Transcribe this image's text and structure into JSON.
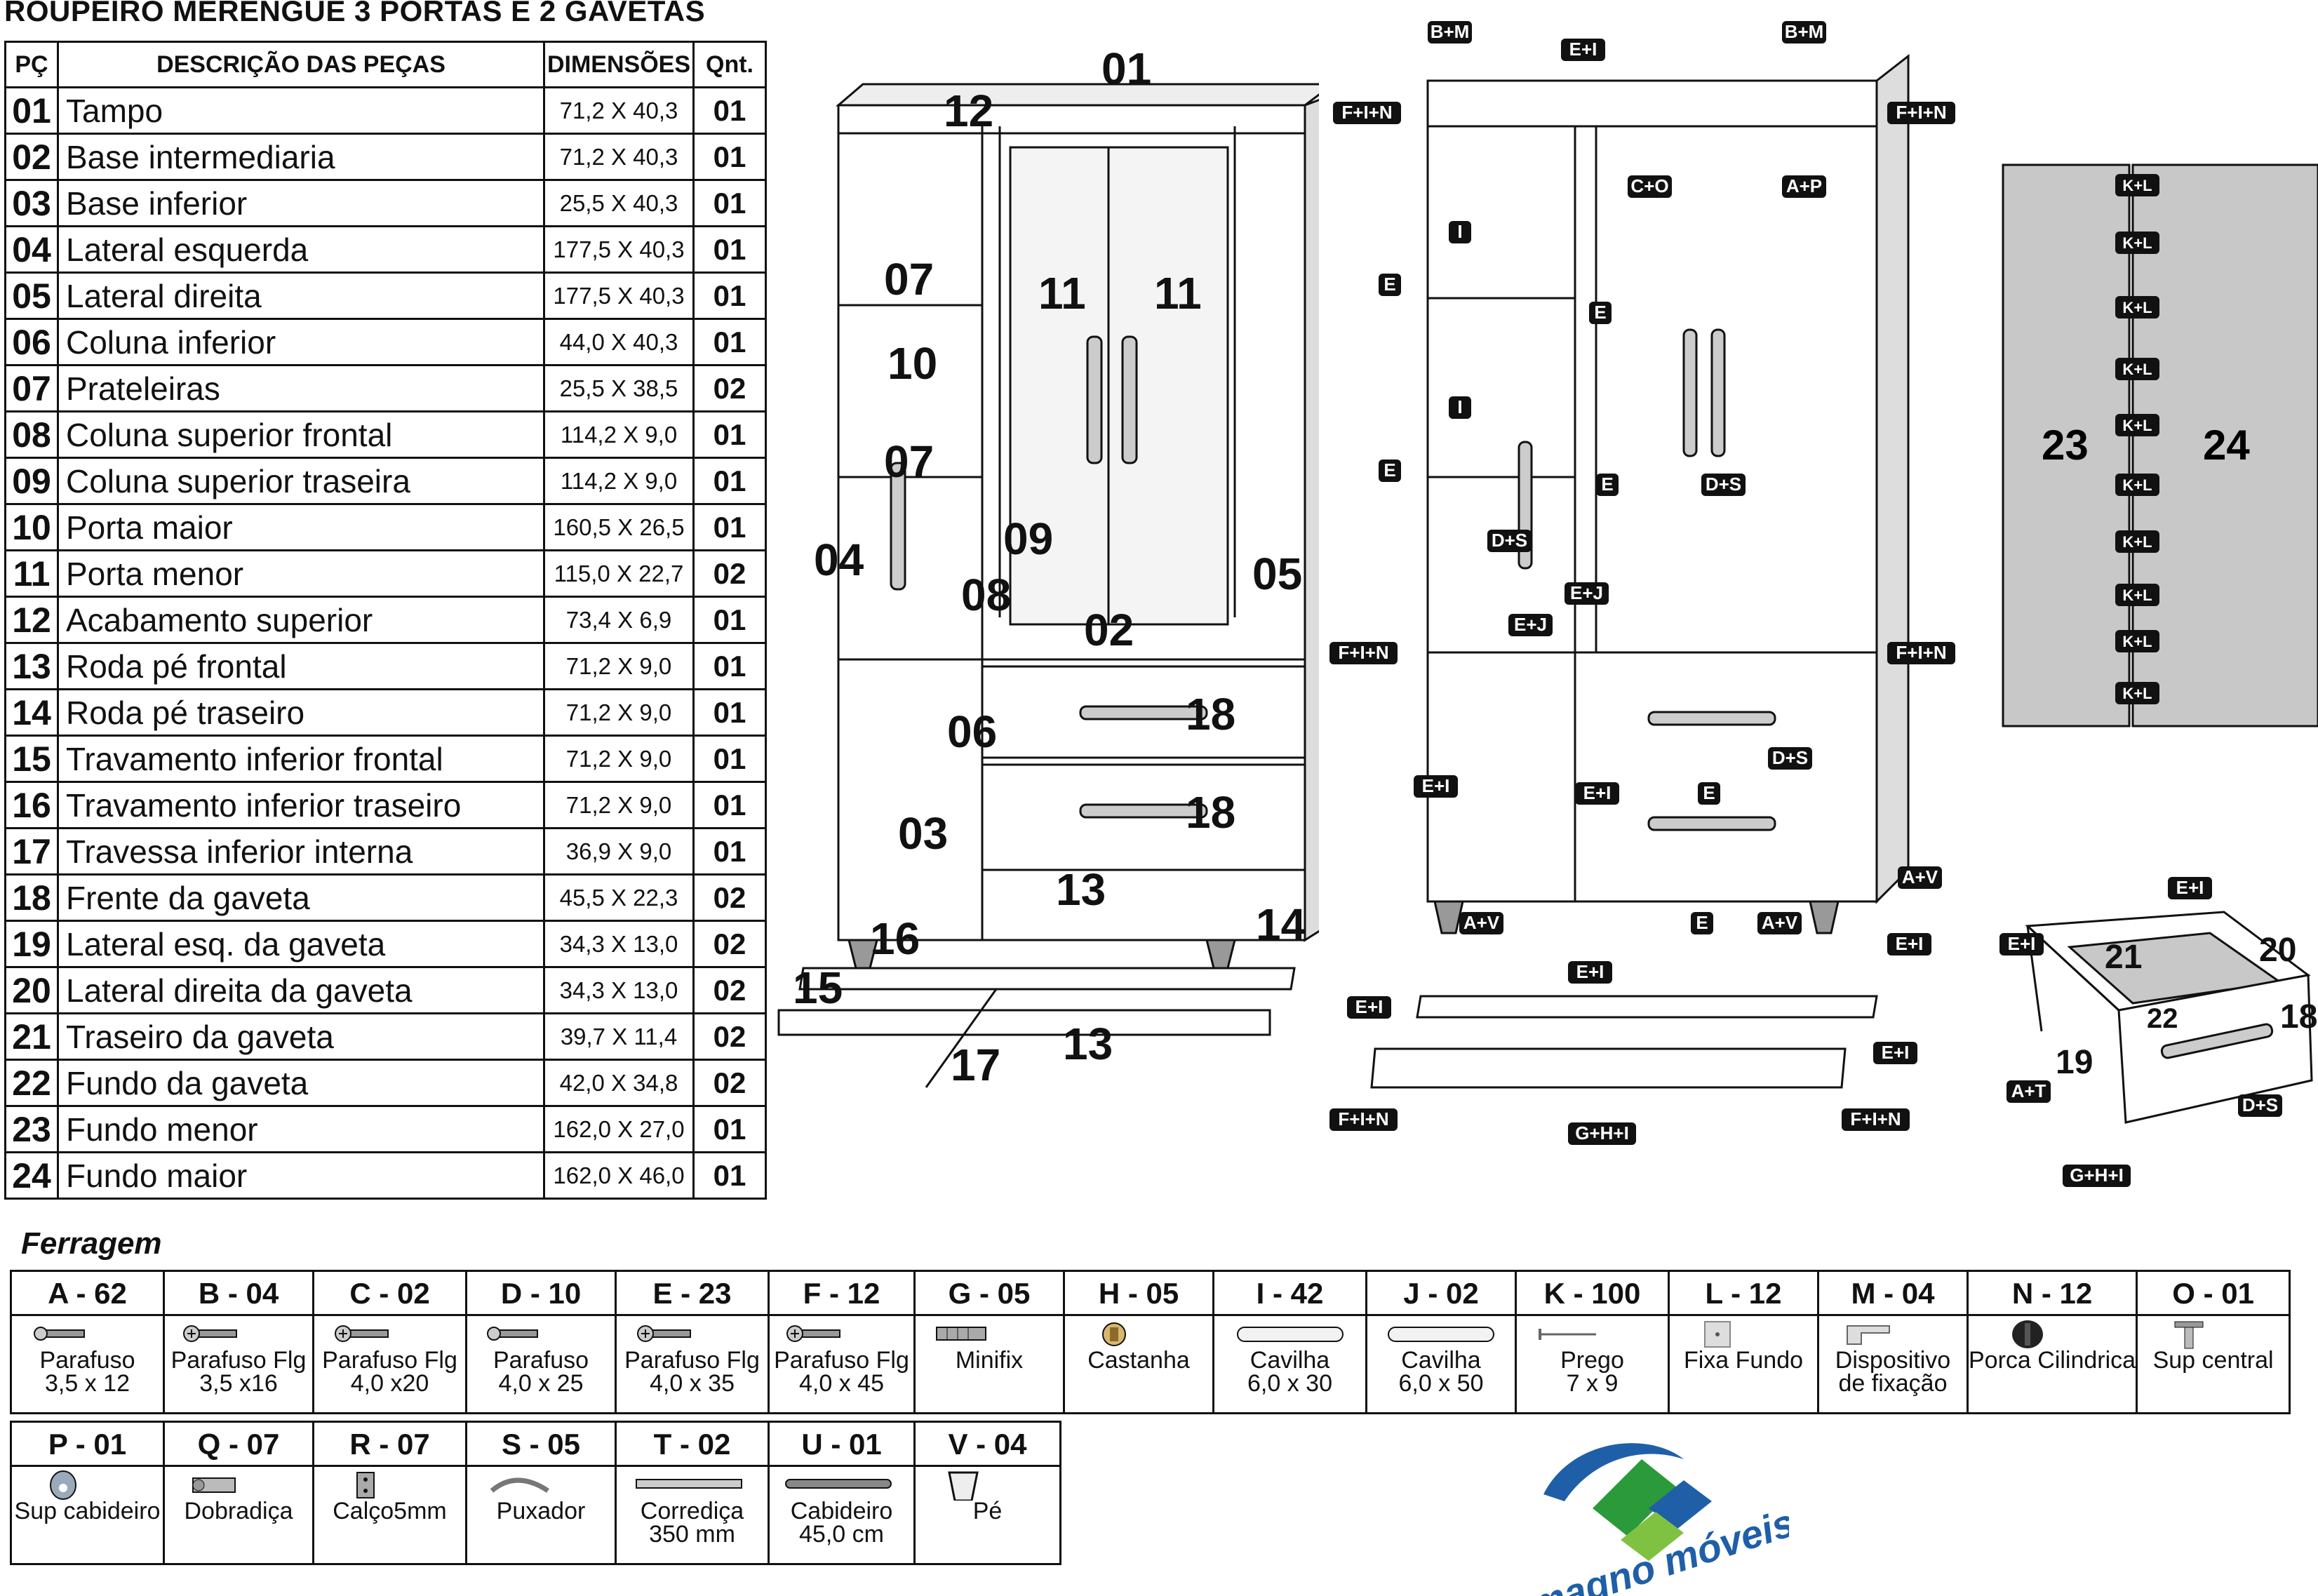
{
  "title": "ROUPEIRO MERENGUE 3 PORTAS E 2 GAVETAS",
  "table": {
    "headers": {
      "pc": "PÇ",
      "desc": "DESCRIÇÃO DAS PEÇAS",
      "dim": "DIMENSÕES",
      "qt": "Qnt."
    },
    "rows": [
      {
        "pc": "01",
        "desc": "Tampo",
        "dim": "71,2 X 40,3",
        "qt": "01"
      },
      {
        "pc": "02",
        "desc": "Base intermediaria",
        "dim": "71,2 X 40,3",
        "qt": "01"
      },
      {
        "pc": "03",
        "desc": "Base inferior",
        "dim": "25,5 X 40,3",
        "qt": "01"
      },
      {
        "pc": "04",
        "desc": "Lateral esquerda",
        "dim": "177,5 X 40,3",
        "qt": "01"
      },
      {
        "pc": "05",
        "desc": "Lateral direita",
        "dim": "177,5 X 40,3",
        "qt": "01"
      },
      {
        "pc": "06",
        "desc": "Coluna inferior",
        "dim": "44,0 X 40,3",
        "qt": "01"
      },
      {
        "pc": "07",
        "desc": "Prateleiras",
        "dim": "25,5 X 38,5",
        "qt": "02"
      },
      {
        "pc": "08",
        "desc": "Coluna superior frontal",
        "dim": "114,2 X 9,0",
        "qt": "01"
      },
      {
        "pc": "09",
        "desc": "Coluna superior traseira",
        "dim": "114,2 X 9,0",
        "qt": "01"
      },
      {
        "pc": "10",
        "desc": "Porta maior",
        "dim": "160,5 X 26,5",
        "qt": "01"
      },
      {
        "pc": "11",
        "desc": "Porta menor",
        "dim": "115,0 X 22,7",
        "qt": "02"
      },
      {
        "pc": "12",
        "desc": "Acabamento superior",
        "dim": "73,4 X 6,9",
        "qt": "01"
      },
      {
        "pc": "13",
        "desc": "Roda pé frontal",
        "dim": "71,2 X 9,0",
        "qt": "01"
      },
      {
        "pc": "14",
        "desc": "Roda pé traseiro",
        "dim": "71,2 X 9,0",
        "qt": "01"
      },
      {
        "pc": "15",
        "desc": "Travamento inferior frontal",
        "dim": "71,2 X 9,0",
        "qt": "01"
      },
      {
        "pc": "16",
        "desc": "Travamento inferior traseiro",
        "dim": "71,2 X 9,0",
        "qt": "01"
      },
      {
        "pc": "17",
        "desc": "Travessa inferior interna",
        "dim": "36,9 X 9,0",
        "qt": "01"
      },
      {
        "pc": "18",
        "desc": "Frente da gaveta",
        "dim": "45,5 X 22,3",
        "qt": "02"
      },
      {
        "pc": "19",
        "desc": "Lateral esq. da gaveta",
        "dim": "34,3 X 13,0",
        "qt": "02"
      },
      {
        "pc": "20",
        "desc": "Lateral direita da gaveta",
        "dim": "34,3 X 13,0",
        "qt": "02"
      },
      {
        "pc": "21",
        "desc": "Traseiro da gaveta",
        "dim": "39,7 X 11,4",
        "qt": "02"
      },
      {
        "pc": "22",
        "desc": "Fundo da gaveta",
        "dim": "42,0 X 34,8",
        "qt": "02"
      },
      {
        "pc": "23",
        "desc": "Fundo menor",
        "dim": "162,0 X 27,0",
        "qt": "01"
      },
      {
        "pc": "24",
        "desc": "Fundo maior",
        "dim": "162,0 X 46,0",
        "qt": "01"
      }
    ]
  },
  "ferragem_title": "Ferragem",
  "hardware_row1": [
    {
      "code": "A - 62",
      "name": "Parafuso",
      "size": "3,5 x 12",
      "icon": "screw-icon"
    },
    {
      "code": "B - 04",
      "name": "Parafuso Flg",
      "size": "3,5 x16",
      "icon": "flange-screw-icon"
    },
    {
      "code": "C - 02",
      "name": "Parafuso Flg",
      "size": "4,0 x20",
      "icon": "flange-screw-icon"
    },
    {
      "code": "D - 10",
      "name": "Parafuso",
      "size": "4,0 x 25",
      "icon": "screw-icon"
    },
    {
      "code": "E - 23",
      "name": "Parafuso Flg",
      "size": "4,0 x 35",
      "icon": "flange-screw-icon"
    },
    {
      "code": "F - 12",
      "name": "Parafuso Flg",
      "size": "4,0 x 45",
      "icon": "flange-screw-icon"
    },
    {
      "code": "G - 05",
      "name": "Minifix",
      "size": "",
      "icon": "minifix-icon"
    },
    {
      "code": "H - 05",
      "name": "Castanha",
      "size": "",
      "icon": "cam-nut-icon"
    },
    {
      "code": "I - 42",
      "name": "Cavilha",
      "size": "6,0 x 30",
      "icon": "dowel-icon"
    },
    {
      "code": "J - 02",
      "name": "Cavilha",
      "size": "6,0 x 50",
      "icon": "dowel-icon"
    },
    {
      "code": "K - 100",
      "name": "Prego",
      "size": "7 x 9",
      "icon": "nail-icon"
    },
    {
      "code": "L - 12",
      "name": "Fixa Fundo",
      "size": "",
      "icon": "back-clip-icon"
    },
    {
      "code": "M - 04",
      "name": "Dispositivo",
      "size": "de fixação",
      "icon": "fixing-device-icon"
    },
    {
      "code": "N - 12",
      "name": "Porca Cilindrica",
      "size": "",
      "icon": "cylinder-nut-icon"
    },
    {
      "code": "O - 01",
      "name": "Sup central",
      "size": "",
      "icon": "central-support-icon"
    }
  ],
  "hardware_row2": [
    {
      "code": "P - 01",
      "name": "Sup cabideiro",
      "size": "",
      "icon": "rail-support-icon"
    },
    {
      "code": "Q - 07",
      "name": "Dobradiça",
      "size": "",
      "icon": "hinge-icon"
    },
    {
      "code": "R - 07",
      "name": "Calço5mm",
      "size": "",
      "icon": "shim-icon"
    },
    {
      "code": "S - 05",
      "name": "Puxador",
      "size": "",
      "icon": "handle-icon"
    },
    {
      "code": "T - 02",
      "name": "Corrediça",
      "size": "350 mm",
      "icon": "slide-rail-icon"
    },
    {
      "code": "U - 01",
      "name": "Cabideiro",
      "size": "45,0 cm",
      "icon": "hanging-rail-icon"
    },
    {
      "code": "V - 04",
      "name": "Pé",
      "size": "",
      "icon": "foot-icon"
    }
  ],
  "front_labels": {
    "p01": "01",
    "p12": "12",
    "p07a": "07",
    "p07b": "07",
    "p11a": "11",
    "p11b": "11",
    "p10": "10",
    "p04": "04",
    "p09": "09",
    "p08": "08",
    "p02": "02",
    "p05": "05",
    "p06": "06",
    "p18a": "18",
    "p18b": "18",
    "p03": "03",
    "p13": "13",
    "p14": "14",
    "p16": "16",
    "p15": "15",
    "p17": "17",
    "p13b": "13"
  },
  "back_labels": {
    "p23": "23",
    "p24": "24",
    "kl": "K+L"
  },
  "drawer_labels": {
    "p21": "21",
    "p20": "20",
    "p22": "22",
    "p18": "18",
    "p19": "19"
  },
  "tags": {
    "bm": "B+M",
    "ei": "E+I",
    "fin": "F+I+N",
    "co": "C+O",
    "ap": "A+P",
    "i": "I",
    "e": "E",
    "ds": "D+S",
    "ej": "E+J",
    "av": "A+V",
    "ghi": "G+H+I",
    "at": "A+T"
  },
  "logo": {
    "text": "magno móveis",
    "colors": [
      "#1f5fa8",
      "#2a9a3a",
      "#7fc241"
    ]
  }
}
